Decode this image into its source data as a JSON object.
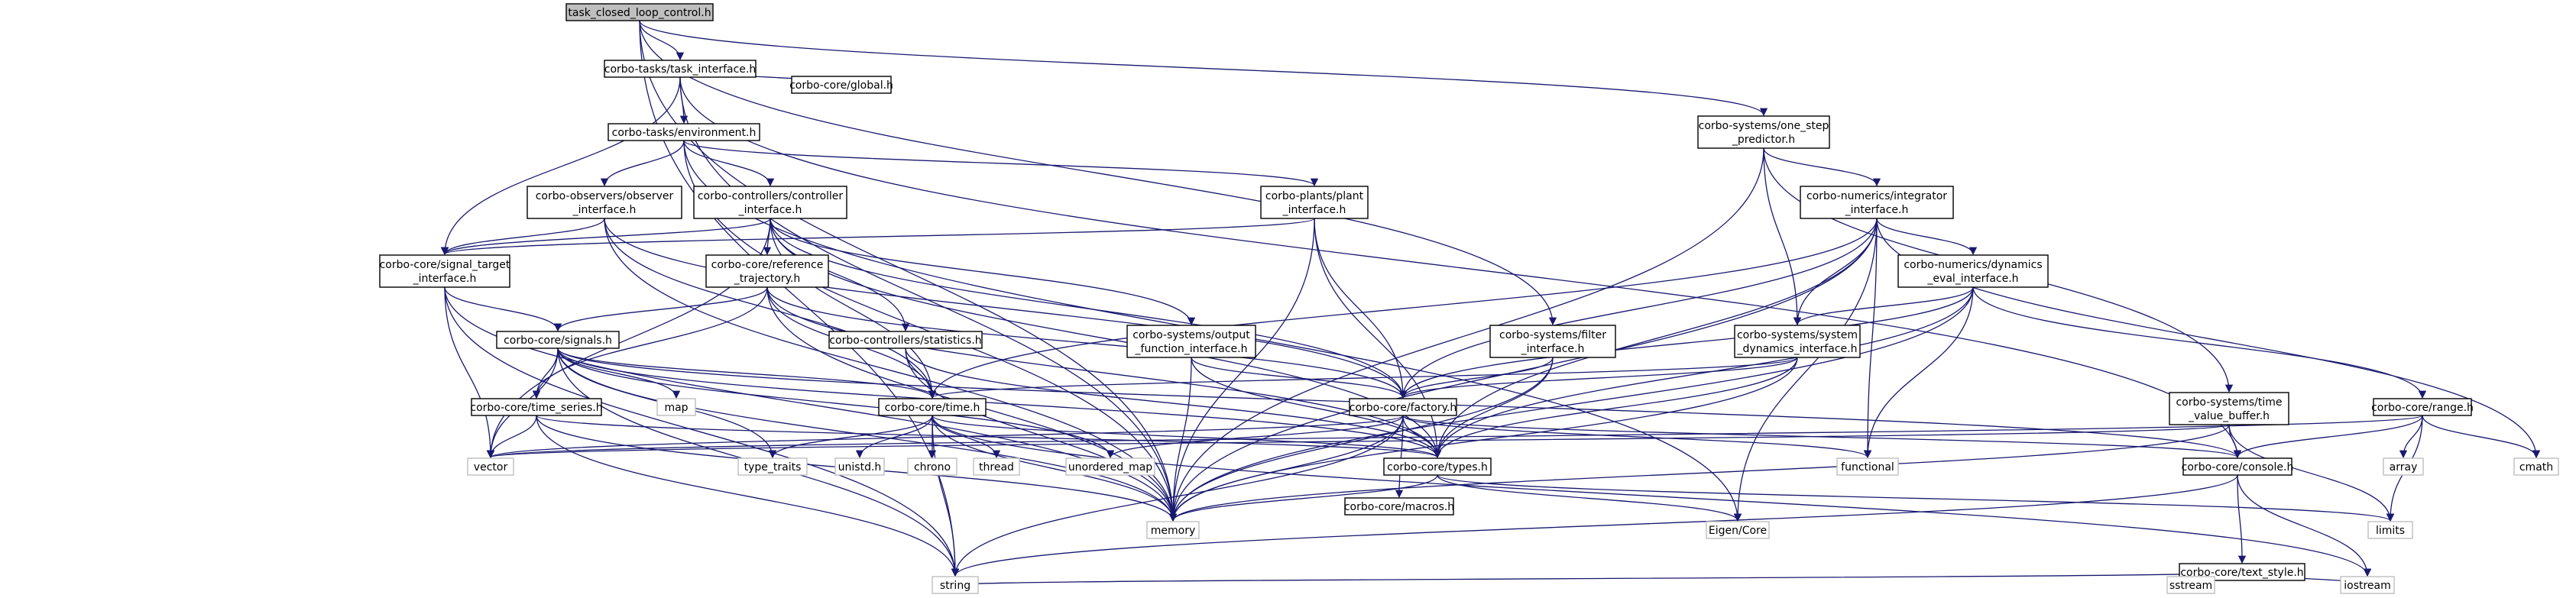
{
  "diagram": {
    "nodes": [
      {
        "id": "n0",
        "lines": [
          "task_closed_loop_control.h"
        ],
        "kind": "root"
      },
      {
        "id": "n1",
        "lines": [
          "corbo-tasks/task_interface.h"
        ],
        "kind": "normal"
      },
      {
        "id": "n2",
        "lines": [
          "corbo-tasks/environment.h"
        ],
        "kind": "normal"
      },
      {
        "id": "n3",
        "lines": [
          "corbo-core/global.h"
        ],
        "kind": "normal"
      },
      {
        "id": "n4",
        "lines": [
          "corbo-observers/observer",
          "_interface.h"
        ],
        "kind": "normal"
      },
      {
        "id": "n5",
        "lines": [
          "corbo-controllers/controller",
          "_interface.h"
        ],
        "kind": "normal"
      },
      {
        "id": "n6",
        "lines": [
          "corbo-plants/plant",
          "_interface.h"
        ],
        "kind": "normal"
      },
      {
        "id": "n7",
        "lines": [
          "corbo-systems/one_step",
          "_predictor.h"
        ],
        "kind": "normal"
      },
      {
        "id": "n8",
        "lines": [
          "corbo-core/signal_target",
          "_interface.h"
        ],
        "kind": "normal"
      },
      {
        "id": "n9",
        "lines": [
          "corbo-core/reference",
          "_trajectory.h"
        ],
        "kind": "normal"
      },
      {
        "id": "n10",
        "lines": [
          "corbo-numerics/integrator",
          "_interface.h"
        ],
        "kind": "normal"
      },
      {
        "id": "n11",
        "lines": [
          "corbo-numerics/dynamics",
          "_eval_interface.h"
        ],
        "kind": "normal"
      },
      {
        "id": "n12",
        "lines": [
          "corbo-core/signals.h"
        ],
        "kind": "normal"
      },
      {
        "id": "n13",
        "lines": [
          "corbo-controllers/statistics.h"
        ],
        "kind": "normal"
      },
      {
        "id": "n14",
        "lines": [
          "corbo-systems/output",
          "_function_interface.h"
        ],
        "kind": "normal"
      },
      {
        "id": "n15",
        "lines": [
          "corbo-systems/filter",
          "_interface.h"
        ],
        "kind": "normal"
      },
      {
        "id": "n16",
        "lines": [
          "corbo-systems/system",
          "_dynamics_interface.h"
        ],
        "kind": "normal"
      },
      {
        "id": "n17",
        "lines": [
          "corbo-core/time_series.h"
        ],
        "kind": "normal"
      },
      {
        "id": "n18",
        "lines": [
          "corbo-core/time.h"
        ],
        "kind": "normal"
      },
      {
        "id": "n19",
        "lines": [
          "corbo-core/factory.h"
        ],
        "kind": "normal"
      },
      {
        "id": "n20",
        "lines": [
          "corbo-systems/time",
          "_value_buffer.h"
        ],
        "kind": "normal"
      },
      {
        "id": "n21",
        "lines": [
          "corbo-core/range.h"
        ],
        "kind": "normal"
      },
      {
        "id": "n22",
        "lines": [
          "map"
        ],
        "kind": "external"
      },
      {
        "id": "n23",
        "lines": [
          "vector"
        ],
        "kind": "external"
      },
      {
        "id": "n24",
        "lines": [
          "type_traits"
        ],
        "kind": "external"
      },
      {
        "id": "n25",
        "lines": [
          "unistd.h"
        ],
        "kind": "external"
      },
      {
        "id": "n26",
        "lines": [
          "chrono"
        ],
        "kind": "external"
      },
      {
        "id": "n27",
        "lines": [
          "thread"
        ],
        "kind": "external"
      },
      {
        "id": "n28",
        "lines": [
          "unordered_map"
        ],
        "kind": "external"
      },
      {
        "id": "n29",
        "lines": [
          "corbo-core/types.h"
        ],
        "kind": "normal"
      },
      {
        "id": "n30",
        "lines": [
          "corbo-core/macros.h"
        ],
        "kind": "normal"
      },
      {
        "id": "n31",
        "lines": [
          "functional"
        ],
        "kind": "external"
      },
      {
        "id": "n32",
        "lines": [
          "corbo-core/console.h"
        ],
        "kind": "normal"
      },
      {
        "id": "n33",
        "lines": [
          "array"
        ],
        "kind": "external"
      },
      {
        "id": "n34",
        "lines": [
          "cmath"
        ],
        "kind": "external"
      },
      {
        "id": "n35",
        "lines": [
          "memory"
        ],
        "kind": "external"
      },
      {
        "id": "n36",
        "lines": [
          "Eigen/Core"
        ],
        "kind": "external"
      },
      {
        "id": "n37",
        "lines": [
          "limits"
        ],
        "kind": "external"
      },
      {
        "id": "n38",
        "lines": [
          "corbo-core/text_style.h"
        ],
        "kind": "normal"
      },
      {
        "id": "n39",
        "lines": [
          "string"
        ],
        "kind": "external"
      },
      {
        "id": "n40",
        "lines": [
          "sstream"
        ],
        "kind": "external"
      },
      {
        "id": "n41",
        "lines": [
          "iostream"
        ],
        "kind": "external"
      }
    ],
    "edges": [
      [
        "n0",
        "n1"
      ],
      [
        "n0",
        "n7"
      ],
      [
        "n0",
        "n15"
      ],
      [
        "n0",
        "n35"
      ],
      [
        "n0",
        "n39"
      ],
      [
        "n1",
        "n2"
      ],
      [
        "n1",
        "n3"
      ],
      [
        "n1",
        "n8"
      ],
      [
        "n1",
        "n35"
      ],
      [
        "n1",
        "n32"
      ],
      [
        "n2",
        "n4"
      ],
      [
        "n2",
        "n5"
      ],
      [
        "n2",
        "n6"
      ],
      [
        "n2",
        "n35"
      ],
      [
        "n2",
        "n36"
      ],
      [
        "n4",
        "n8"
      ],
      [
        "n4",
        "n18"
      ],
      [
        "n4",
        "n35"
      ],
      [
        "n4",
        "n19"
      ],
      [
        "n5",
        "n8"
      ],
      [
        "n5",
        "n9"
      ],
      [
        "n5",
        "n13"
      ],
      [
        "n5",
        "n14"
      ],
      [
        "n5",
        "n18"
      ],
      [
        "n5",
        "n19"
      ],
      [
        "n5",
        "n29"
      ],
      [
        "n5",
        "n23"
      ],
      [
        "n6",
        "n8"
      ],
      [
        "n6",
        "n19"
      ],
      [
        "n6",
        "n29"
      ],
      [
        "n6",
        "n35"
      ],
      [
        "n7",
        "n10"
      ],
      [
        "n7",
        "n16"
      ],
      [
        "n7",
        "n20"
      ],
      [
        "n7",
        "n35"
      ],
      [
        "n8",
        "n12"
      ],
      [
        "n8",
        "n35"
      ],
      [
        "n8",
        "n39"
      ],
      [
        "n8",
        "n23"
      ],
      [
        "n9",
        "n12"
      ],
      [
        "n9",
        "n17"
      ],
      [
        "n9",
        "n18"
      ],
      [
        "n9",
        "n19"
      ],
      [
        "n9",
        "n29"
      ],
      [
        "n9",
        "n35"
      ],
      [
        "n10",
        "n11"
      ],
      [
        "n10",
        "n16"
      ],
      [
        "n10",
        "n19"
      ],
      [
        "n10",
        "n29"
      ],
      [
        "n10",
        "n31"
      ],
      [
        "n10",
        "n34"
      ],
      [
        "n10",
        "n35"
      ],
      [
        "n10",
        "n36"
      ],
      [
        "n10",
        "n18"
      ],
      [
        "n11",
        "n16"
      ],
      [
        "n11",
        "n19"
      ],
      [
        "n11",
        "n21"
      ],
      [
        "n11",
        "n29"
      ],
      [
        "n11",
        "n31"
      ],
      [
        "n11",
        "n35"
      ],
      [
        "n12",
        "n17"
      ],
      [
        "n12",
        "n18"
      ],
      [
        "n12",
        "n22"
      ],
      [
        "n12",
        "n23"
      ],
      [
        "n12",
        "n24"
      ],
      [
        "n12",
        "n28"
      ],
      [
        "n12",
        "n29"
      ],
      [
        "n12",
        "n35"
      ],
      [
        "n12",
        "n39"
      ],
      [
        "n12",
        "n32"
      ],
      [
        "n13",
        "n18"
      ],
      [
        "n13",
        "n29"
      ],
      [
        "n13",
        "n35"
      ],
      [
        "n14",
        "n19"
      ],
      [
        "n14",
        "n29"
      ],
      [
        "n14",
        "n35"
      ],
      [
        "n15",
        "n19"
      ],
      [
        "n15",
        "n29"
      ],
      [
        "n15",
        "n35"
      ],
      [
        "n16",
        "n18"
      ],
      [
        "n16",
        "n19"
      ],
      [
        "n16",
        "n29"
      ],
      [
        "n16",
        "n35"
      ],
      [
        "n17",
        "n23"
      ],
      [
        "n17",
        "n29"
      ],
      [
        "n17",
        "n35"
      ],
      [
        "n17",
        "n39"
      ],
      [
        "n18",
        "n24"
      ],
      [
        "n18",
        "n25"
      ],
      [
        "n18",
        "n26"
      ],
      [
        "n18",
        "n27"
      ],
      [
        "n18",
        "n29"
      ],
      [
        "n18",
        "n35"
      ],
      [
        "n18",
        "n39"
      ],
      [
        "n18",
        "n41"
      ],
      [
        "n19",
        "n28"
      ],
      [
        "n19",
        "n29"
      ],
      [
        "n19",
        "n30"
      ],
      [
        "n19",
        "n31"
      ],
      [
        "n19",
        "n32"
      ],
      [
        "n19",
        "n35"
      ],
      [
        "n19",
        "n39"
      ],
      [
        "n19",
        "n23"
      ],
      [
        "n20",
        "n23"
      ],
      [
        "n20",
        "n32"
      ],
      [
        "n20",
        "n35"
      ],
      [
        "n20",
        "n37"
      ],
      [
        "n21",
        "n23"
      ],
      [
        "n21",
        "n32"
      ],
      [
        "n21",
        "n33"
      ],
      [
        "n21",
        "n34"
      ],
      [
        "n21",
        "n37"
      ],
      [
        "n29",
        "n35"
      ],
      [
        "n29",
        "n36"
      ],
      [
        "n29",
        "n37"
      ],
      [
        "n32",
        "n38"
      ],
      [
        "n32",
        "n39"
      ],
      [
        "n32",
        "n41"
      ],
      [
        "n38",
        "n39"
      ],
      [
        "n38",
        "n40"
      ],
      [
        "n38",
        "n41"
      ]
    ]
  }
}
